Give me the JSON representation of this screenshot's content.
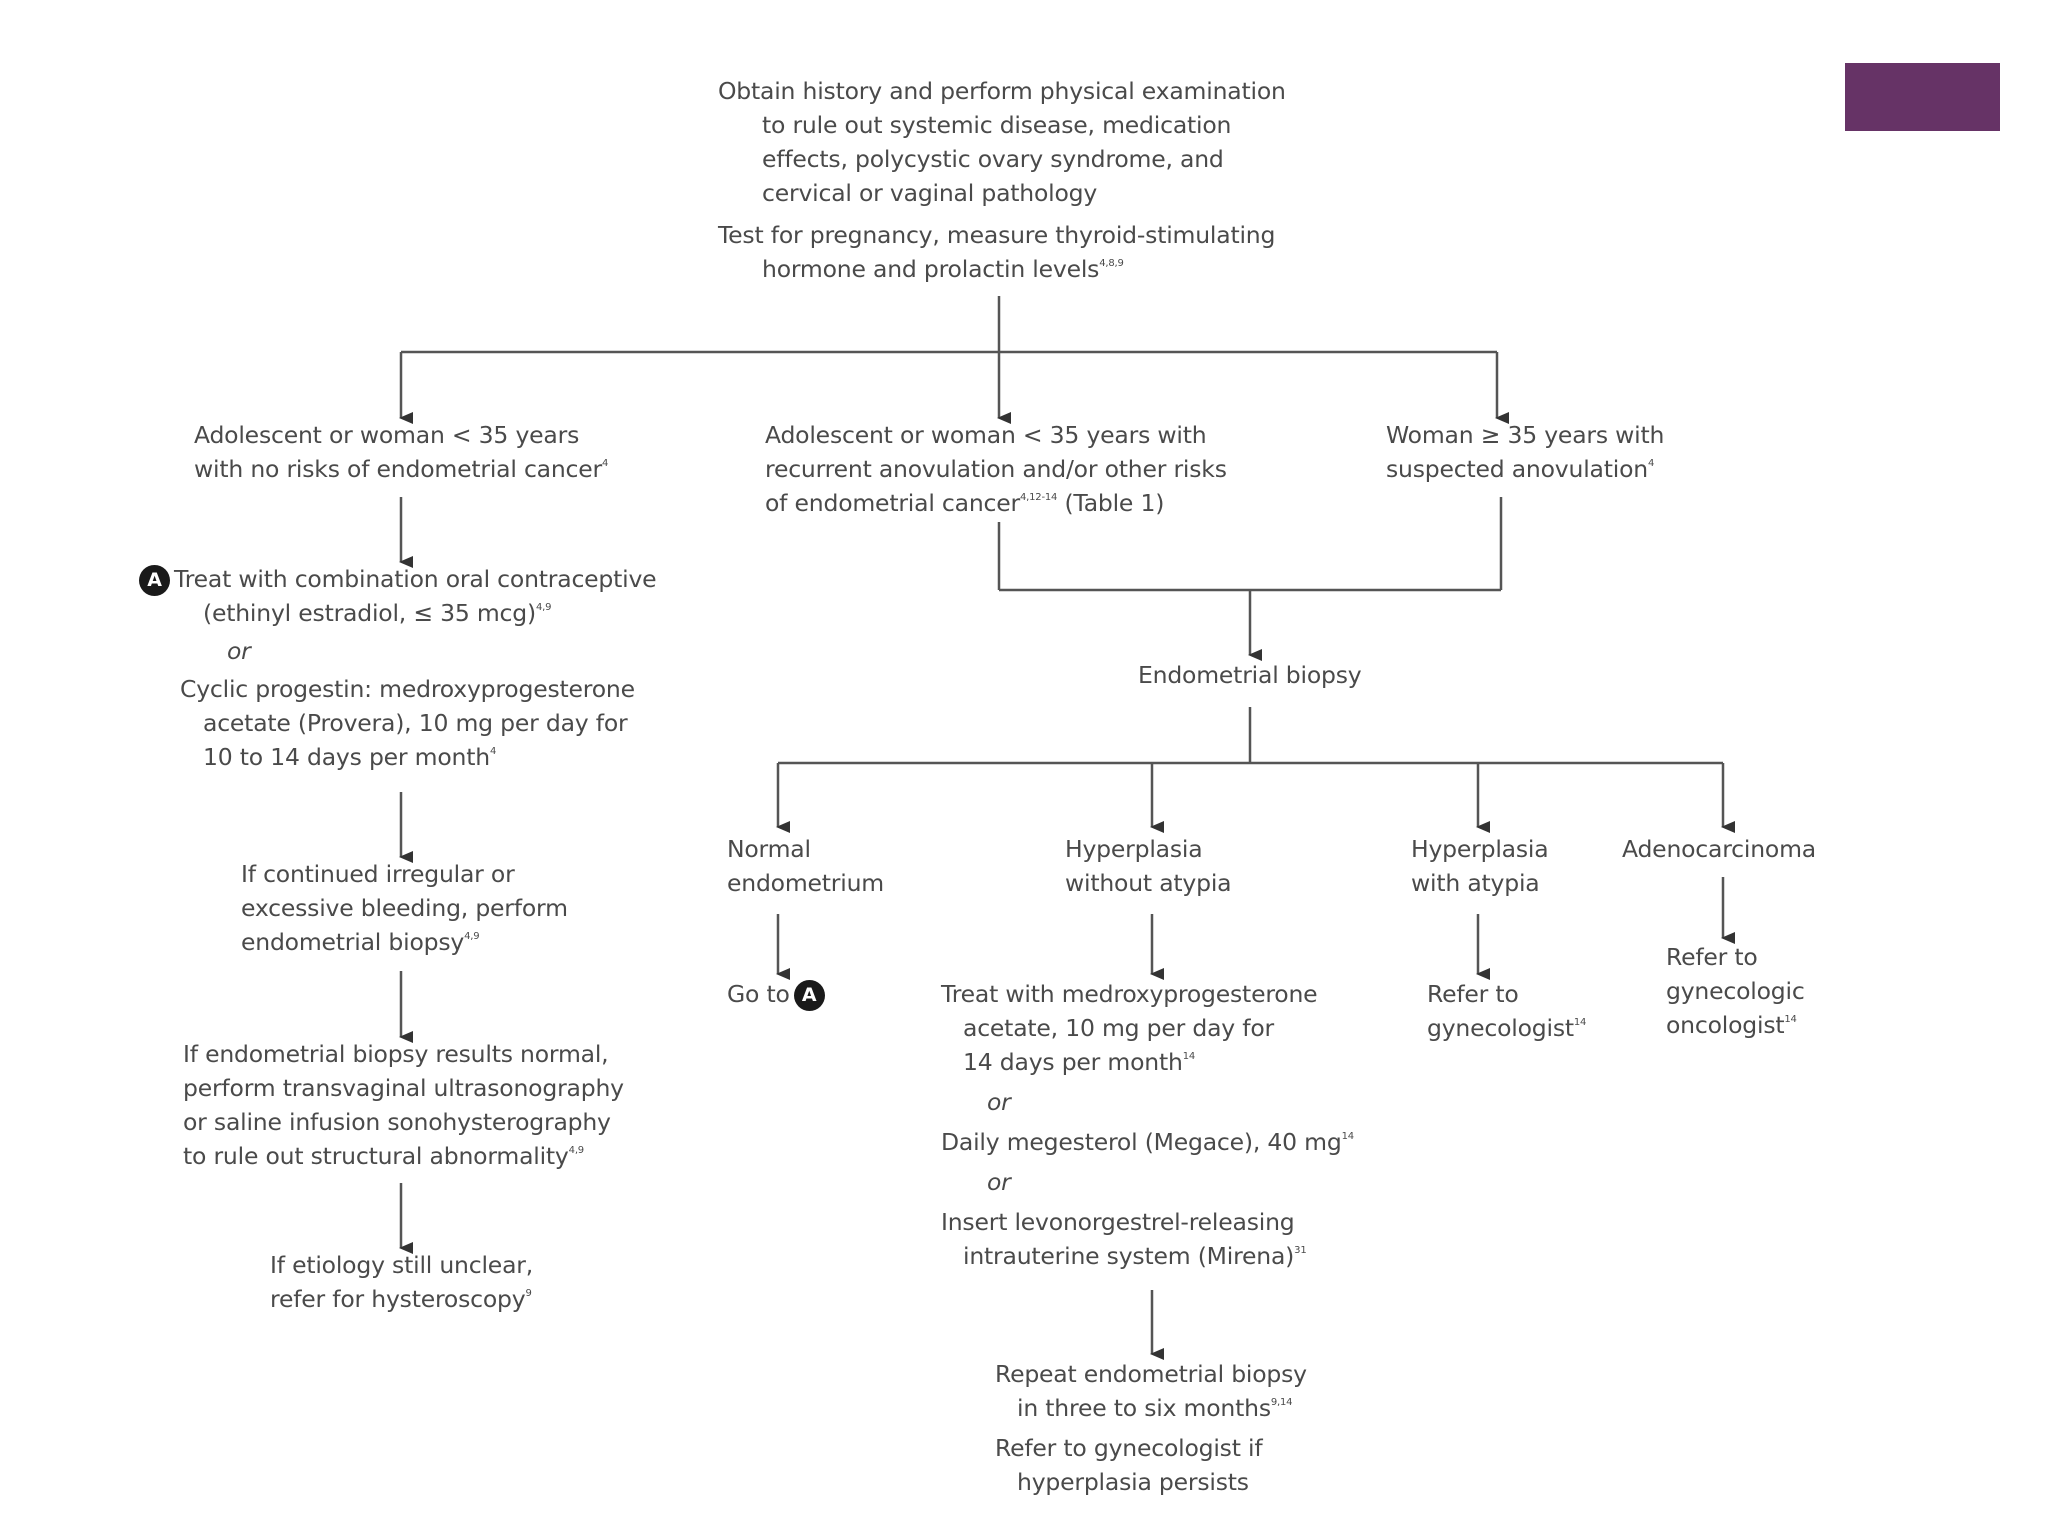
{
  "accent_color": "#663366",
  "top": {
    "line1": "Obtain history and perform physical examination",
    "line2": "to rule out systemic disease, medication",
    "line3": "effects, polycystic ovary syndrome, and",
    "line4": "cervical or vaginal pathology",
    "line5": "Test for pregnancy, measure thyroid-stimulating",
    "line6": "hormone and prolactin levels",
    "line6_sup": "4,8,9"
  },
  "branch_left": {
    "line1": "Adolescent or woman < 35 years",
    "line2": "with no risks of endometrial cancer",
    "line2_sup": "4"
  },
  "branch_mid": {
    "line1": "Adolescent or woman < 35 years with",
    "line2": "recurrent anovulation and/or other risks",
    "line3": "of endometrial cancer",
    "line3_sup": "4,12-14",
    "line3_after": " (Table 1)"
  },
  "branch_right": {
    "line1": "Woman ≥ 35 years with",
    "line2": "suspected anovulation",
    "line2_sup": "4"
  },
  "treat_a": {
    "badge": "A",
    "line1": "Treat with combination oral contraceptive",
    "line2": "(ethinyl estradiol, ≤ 35 mcg)",
    "line2_sup": "4,9",
    "or": "or",
    "line3": "Cyclic progestin: medroxyprogesterone",
    "line4": "acetate (Provera), 10 mg per day for",
    "line5": "10 to 14 days per month",
    "line5_sup": "4"
  },
  "continued": {
    "line1": "If continued irregular or",
    "line2": "excessive bleeding, perform",
    "line3": "endometrial biopsy",
    "line3_sup": "4,9"
  },
  "biopsy_normal": {
    "line1": "If endometrial biopsy results normal,",
    "line2": "perform transvaginal ultrasonography",
    "line3": "or saline infusion sonohysterography",
    "line4": "to rule out structural abnormality",
    "line4_sup": "4,9"
  },
  "etiology": {
    "line1": "If etiology still unclear,",
    "line2": "refer for hysteroscopy",
    "line2_sup": "9"
  },
  "endometrial_biopsy": "Endometrial biopsy",
  "normal": {
    "line1": "Normal",
    "line2": "endometrium",
    "goto": "Go to",
    "badge": "A"
  },
  "hyper_no_atypia": {
    "line1": "Hyperplasia",
    "line2": "without atypia"
  },
  "hyper_atypia": {
    "line1": "Hyperplasia",
    "line2": "with atypia",
    "refer1": "Refer to",
    "refer2": "gynecologist",
    "refer2_sup": "14"
  },
  "adeno": {
    "line1": "Adenocarcinoma",
    "refer1": "Refer to",
    "refer2": "gynecologic",
    "refer3": "oncologist",
    "refer3_sup": "14"
  },
  "treat_mpa": {
    "line1": "Treat with medroxyprogesterone",
    "line2": "acetate, 10 mg per day for",
    "line3": "14 days per month",
    "line3_sup": "14",
    "or1": "or",
    "line4": "Daily megesterol (Megace), 40 mg",
    "line4_sup": "14",
    "or2": "or",
    "line5": "Insert levonorgestrel-releasing",
    "line6": "intrauterine system (Mirena)",
    "line6_sup": "31"
  },
  "repeat": {
    "line1": "Repeat endometrial biopsy",
    "line2": "in three to six months",
    "line2_sup": "9,14",
    "line3": "Refer to gynecologist if",
    "line4": "hyperplasia persists"
  }
}
